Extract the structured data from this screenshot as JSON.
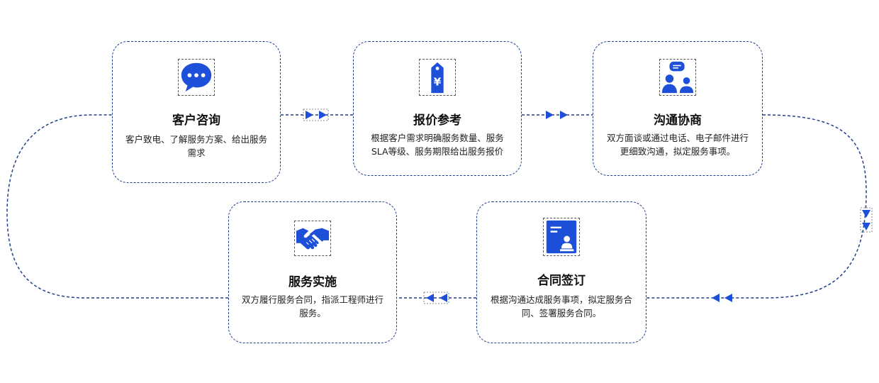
{
  "accent_color": "#1f3f8c",
  "icon_color": "#1d4fd8",
  "steps": [
    {
      "title": "客户咨询",
      "desc": "客户致电、了解服务方案、给出服务需求",
      "icon": "chat-bubble-icon"
    },
    {
      "title": "报价参考",
      "desc": "根据客户需求明确服务数量、服务SLA等级、服务期限给出服务报价",
      "icon": "price-tag-icon"
    },
    {
      "title": "沟通协商",
      "desc": "双方面谈或通过电话、电子邮件进行更细致沟通，拟定服务事项。",
      "icon": "people-discussion-icon"
    },
    {
      "title": "合同签订",
      "desc": "根据沟通达成服务事项，拟定服务合同、签署服务合同。",
      "icon": "contract-document-icon"
    },
    {
      "title": "服务实施",
      "desc": "双方履行服务合同，指派工程师进行服务。",
      "icon": "handshake-icon"
    }
  ]
}
